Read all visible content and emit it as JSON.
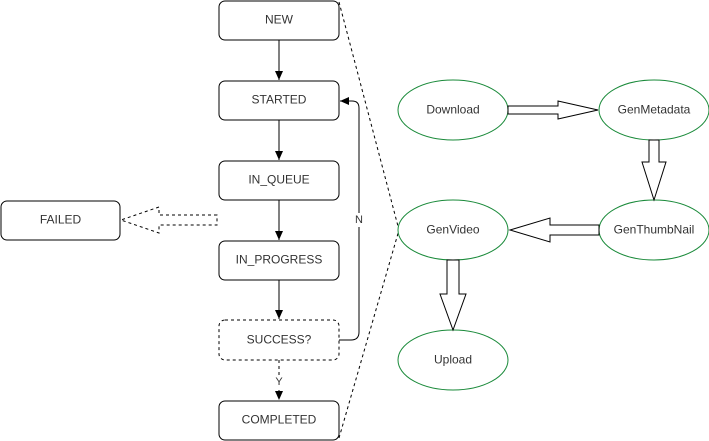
{
  "colors": {
    "state_stroke": "#000000",
    "task_stroke": "#1a8a3a",
    "text": "#333333",
    "background": "#ffffff"
  },
  "states": {
    "new": "NEW",
    "started": "STARTED",
    "in_queue": "IN_QUEUE",
    "in_progress": "IN_PROGRESS",
    "success": "SUCCESS?",
    "completed": "COMPLETED",
    "failed": "FAILED"
  },
  "edge_labels": {
    "no": "N",
    "yes": "Y"
  },
  "tasks": {
    "download": "Download",
    "gen_metadata": "GenMetadata",
    "gen_thumbnail": "GenThumbNail",
    "gen_video": "GenVideo",
    "upload": "Upload"
  }
}
